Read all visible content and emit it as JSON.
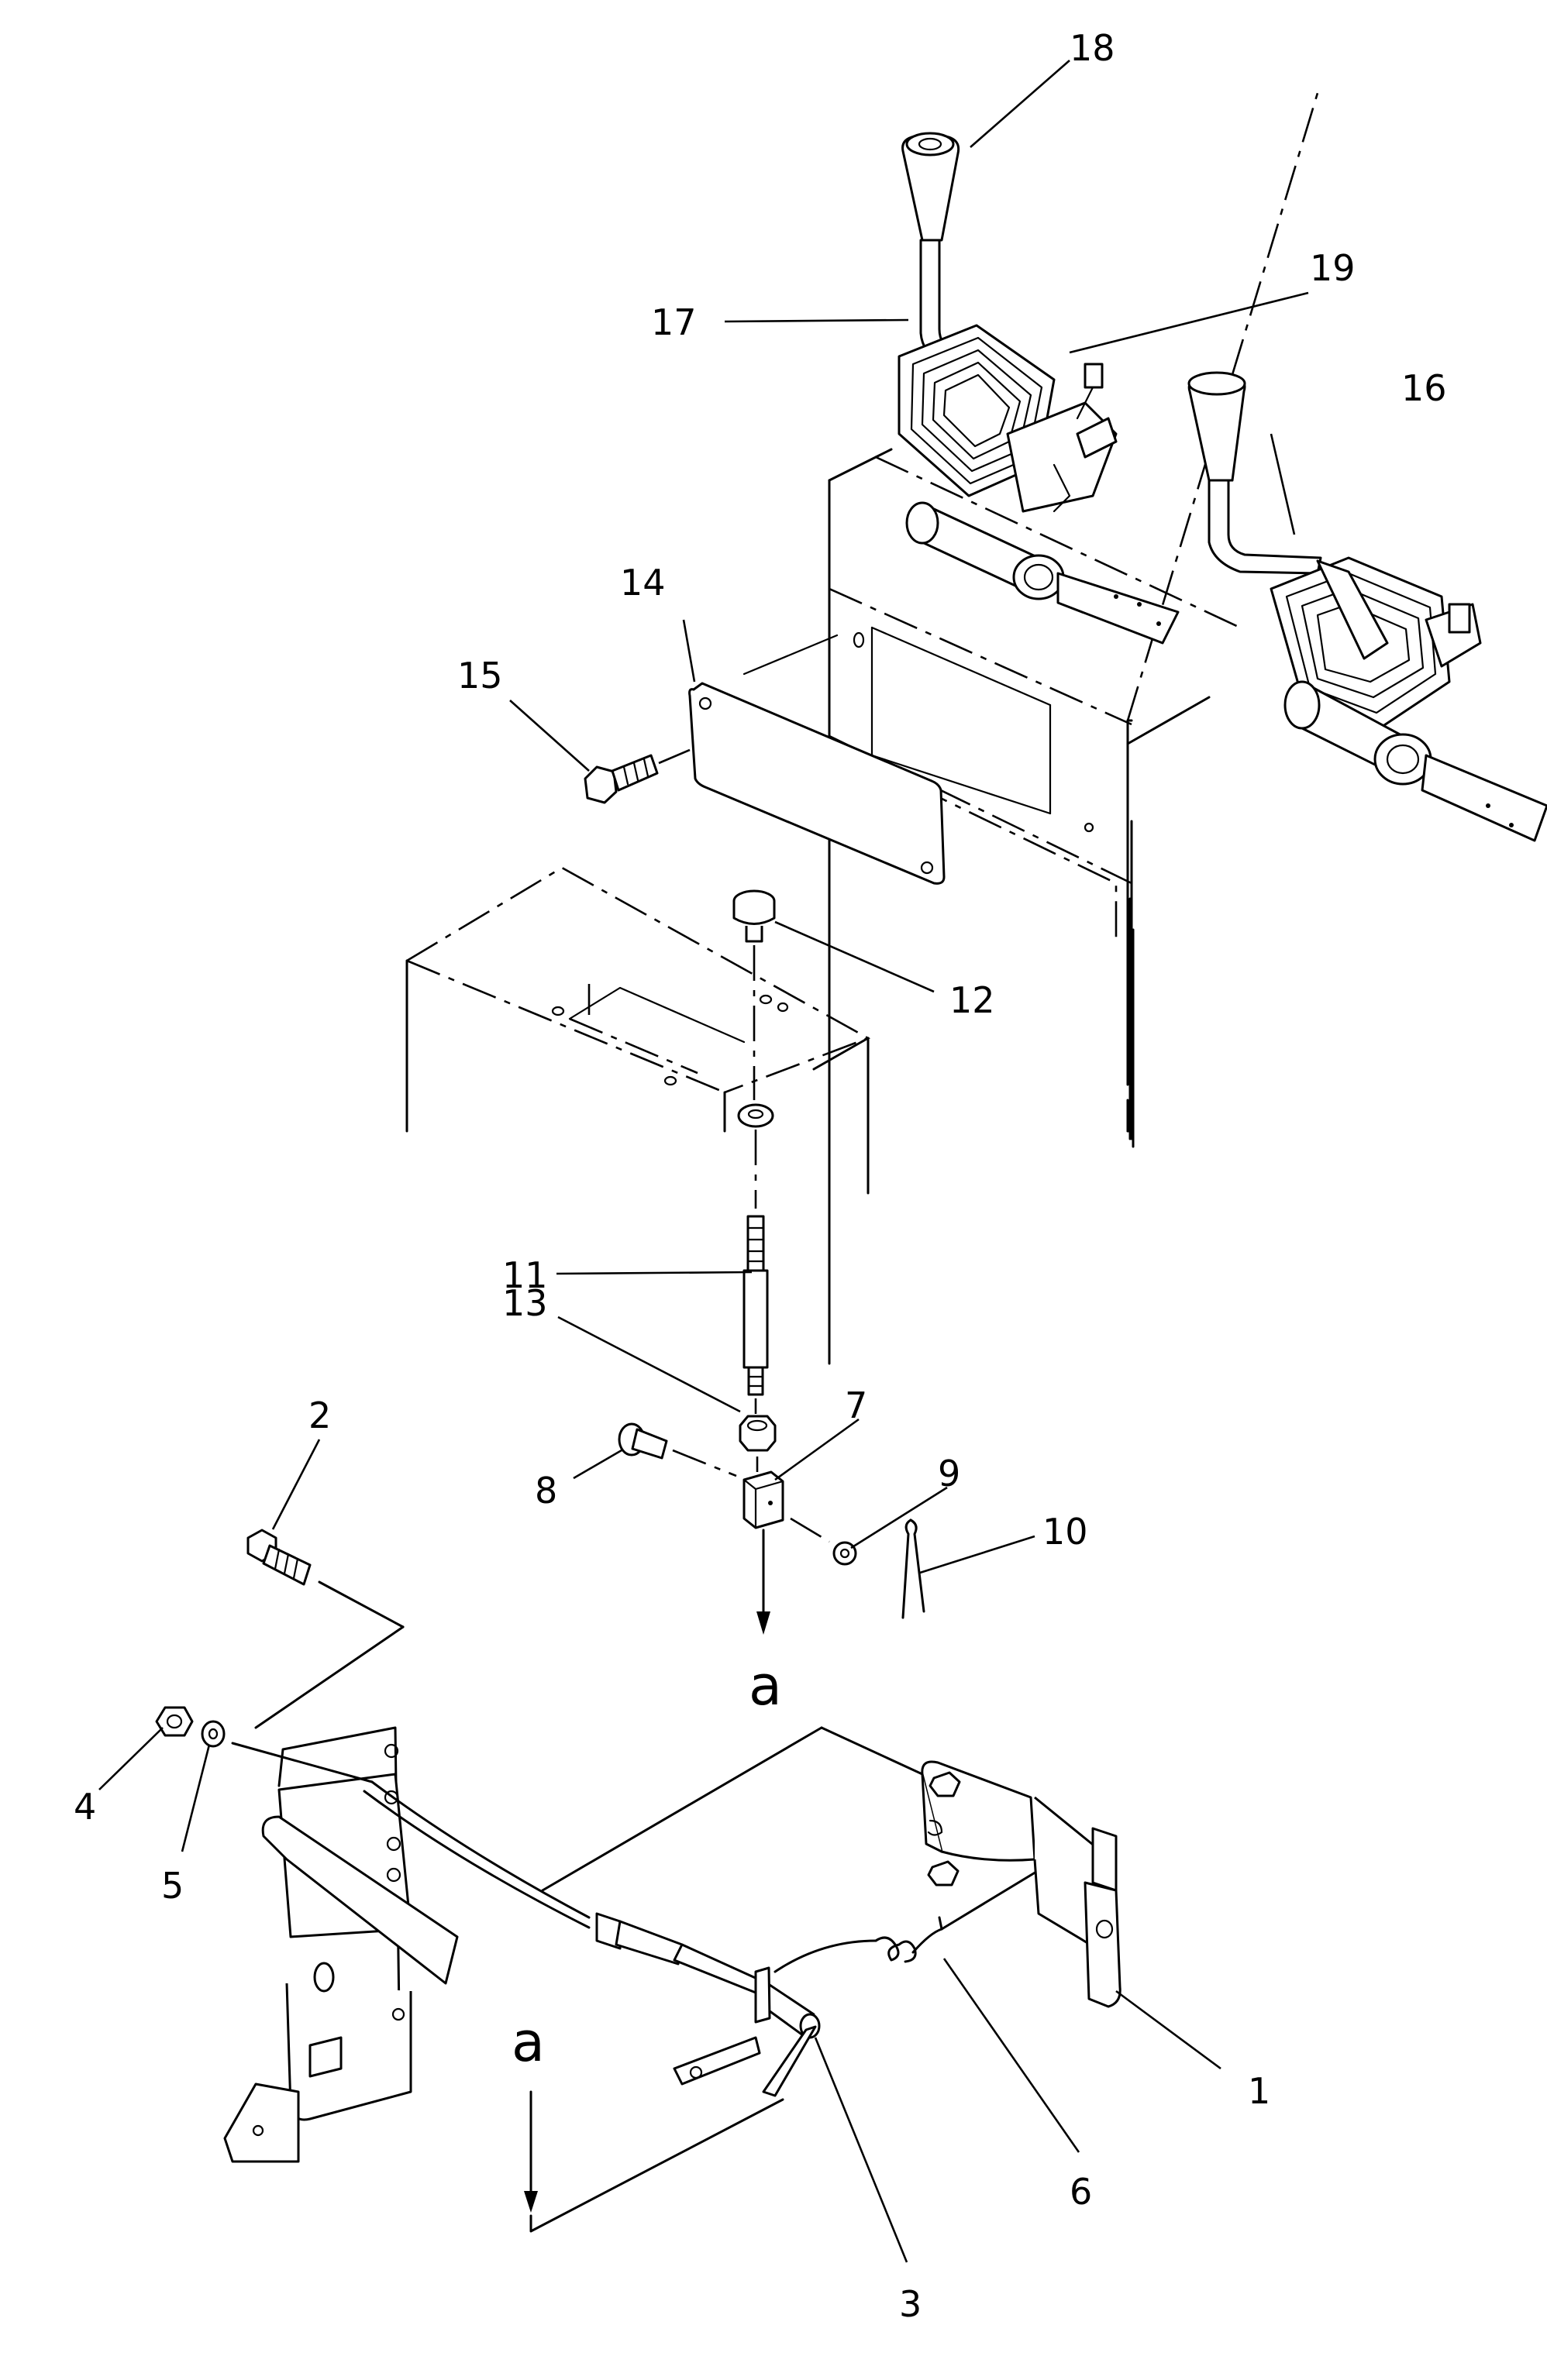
{
  "callouts": [
    {
      "id": "1",
      "label": "1"
    },
    {
      "id": "2",
      "label": "2"
    },
    {
      "id": "3",
      "label": "3"
    },
    {
      "id": "4",
      "label": "4"
    },
    {
      "id": "5",
      "label": "5"
    },
    {
      "id": "6",
      "label": "6"
    },
    {
      "id": "7",
      "label": "7"
    },
    {
      "id": "8",
      "label": "8"
    },
    {
      "id": "9",
      "label": "9"
    },
    {
      "id": "10",
      "label": "10"
    },
    {
      "id": "11",
      "label": "11"
    },
    {
      "id": "12",
      "label": "12"
    },
    {
      "id": "13",
      "label": "13"
    },
    {
      "id": "14",
      "label": "14"
    },
    {
      "id": "15",
      "label": "15"
    },
    {
      "id": "16",
      "label": "16"
    },
    {
      "id": "17",
      "label": "17"
    },
    {
      "id": "18",
      "label": "18"
    },
    {
      "id": "19",
      "label": "19"
    }
  ],
  "reference_marks": {
    "upper_a": "a",
    "lower_a": "a"
  },
  "colors": {
    "line": "#000000",
    "background": "#ffffff"
  }
}
